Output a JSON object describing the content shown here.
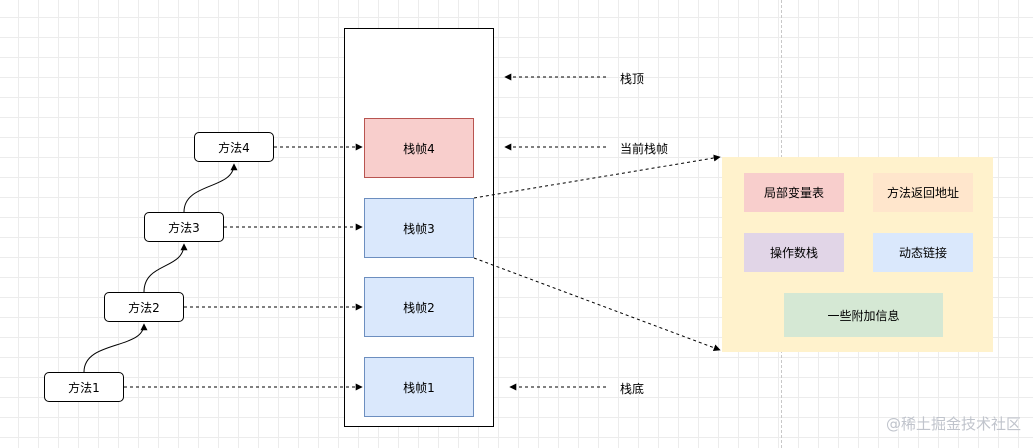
{
  "methods": [
    {
      "label": "方法1"
    },
    {
      "label": "方法2"
    },
    {
      "label": "方法3"
    },
    {
      "label": "方法4"
    }
  ],
  "frames": [
    {
      "label": "栈帧1"
    },
    {
      "label": "栈帧2"
    },
    {
      "label": "栈帧3"
    },
    {
      "label": "栈帧4"
    }
  ],
  "annotations": {
    "top": "栈顶",
    "current": "当前栈帧",
    "bottom": "栈底"
  },
  "frame_detail": {
    "local_vars": "局部变量表",
    "return_addr": "方法返回地址",
    "operand_stack": "操作数栈",
    "dynamic_link": "动态链接",
    "extra_info": "一些附加信息"
  },
  "colors": {
    "frame_fill": "#dae8fc",
    "current_frame_fill": "#f8cecc",
    "detail_panel": "#fff2cc",
    "local_vars_fill": "#f8cecc",
    "return_addr_fill": "#ffe6cc",
    "operand_stack_fill": "#e1d5e7",
    "dynamic_link_fill": "#dae8fc",
    "extra_info_fill": "#d5e8d4"
  },
  "watermark": "@稀土掘金技术社区"
}
